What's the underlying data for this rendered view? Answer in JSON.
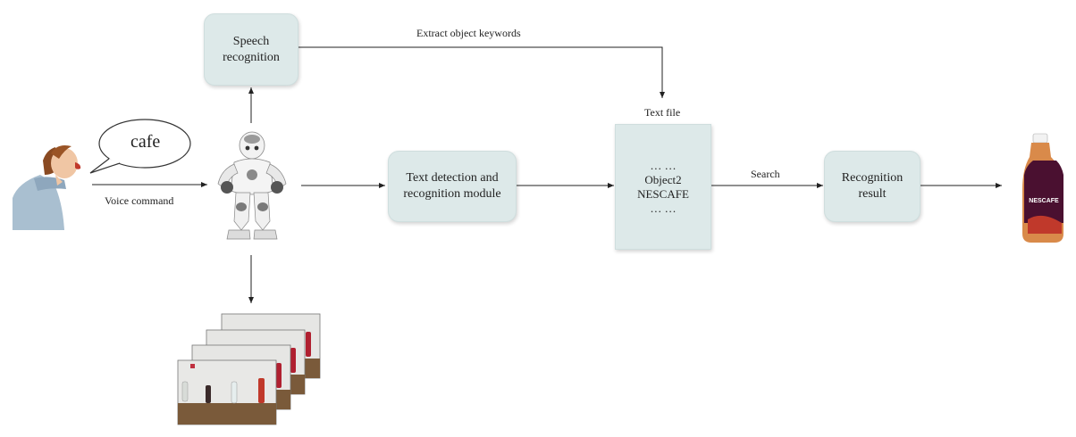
{
  "nodes": {
    "speech": "Speech recognition",
    "text_module": "Text detection and recognition module",
    "result": "Recognition result"
  },
  "labels": {
    "extract": "Extract object keywords",
    "voice": "Voice command",
    "search": "Search",
    "text_file_title": "Text file",
    "bubble": "cafe"
  },
  "text_file": {
    "line1": "… …",
    "line2": "Object2",
    "line3": "NESCAFE",
    "line4": "… …"
  },
  "bottle": {
    "brand": "NESCAFE"
  }
}
